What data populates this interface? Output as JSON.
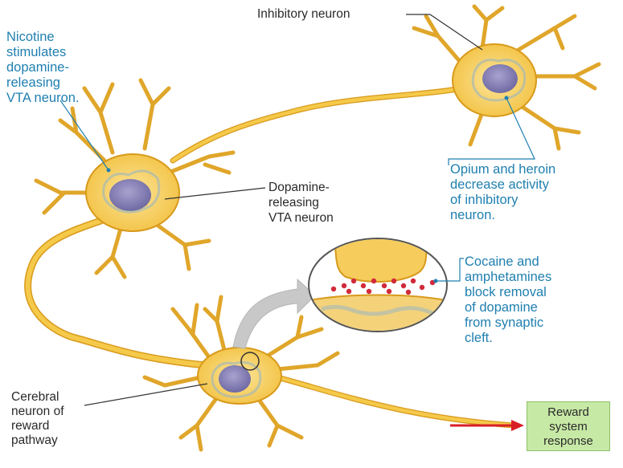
{
  "labels": {
    "inhibitory_neuron": "Inhibitory neuron",
    "nicotine": "Nicotine\nstimulates\ndopamine-\nreleasing\nVTA neuron.",
    "vta_neuron": "Dopamine-\nreleasing\nVTA neuron",
    "opium": "Opium and heroin\ndecrease activity\nof inhibitory\nneuron.",
    "cocaine": "Cocaine and\namphetamines\nblock removal\nof dopamine\nfrom synaptic\ncleft.",
    "cerebral": "Cerebral\nneuron of\nreward\npathway",
    "reward": "Reward\nsystem\nresponse"
  },
  "colors": {
    "neuron_fill": "#f5c94a",
    "neuron_stroke": "#d89a1c",
    "nucleus": "#8f86b8",
    "label_blue": "#1f7fb0",
    "dopamine_dots": "#d12a3a",
    "reward_box": "#c7e9a6",
    "arrow_red": "#d91f26",
    "zoom_arrow": "#c8c8c8"
  }
}
